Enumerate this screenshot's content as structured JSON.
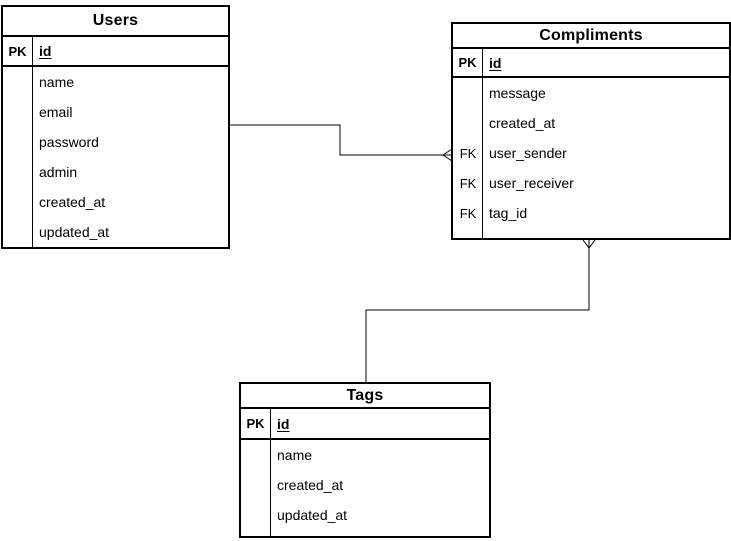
{
  "diagram": {
    "background_color": "#ffffff",
    "stroke_color": "#000000",
    "text_color": "#000000",
    "entities": [
      {
        "name": "Users",
        "pk_key": "PK",
        "pk_field": "id",
        "fields": [
          {
            "key": "",
            "name": "name"
          },
          {
            "key": "",
            "name": "email"
          },
          {
            "key": "",
            "name": "password"
          },
          {
            "key": "",
            "name": "admin"
          },
          {
            "key": "",
            "name": "created_at"
          },
          {
            "key": "",
            "name": "updated_at"
          }
        ]
      },
      {
        "name": "Compliments",
        "pk_key": "PK",
        "pk_field": "id",
        "fields": [
          {
            "key": "",
            "name": "message"
          },
          {
            "key": "",
            "name": "created_at"
          },
          {
            "key": "FK",
            "name": "user_sender"
          },
          {
            "key": "FK",
            "name": "user_receiver"
          },
          {
            "key": "FK",
            "name": "tag_id"
          }
        ]
      },
      {
        "name": "Tags",
        "pk_key": "PK",
        "pk_field": "id",
        "fields": [
          {
            "key": "",
            "name": "name"
          },
          {
            "key": "",
            "name": "created_at"
          },
          {
            "key": "",
            "name": "updated_at"
          }
        ]
      }
    ],
    "relationships": [
      {
        "from": "Users",
        "to": "Compliments",
        "cardinality": "one-to-many",
        "many_end": "Compliments (user_sender / left edge)"
      },
      {
        "from": "Tags",
        "to": "Compliments",
        "cardinality": "one-to-many",
        "many_end": "Compliments (tag_id / bottom edge)"
      }
    ]
  }
}
